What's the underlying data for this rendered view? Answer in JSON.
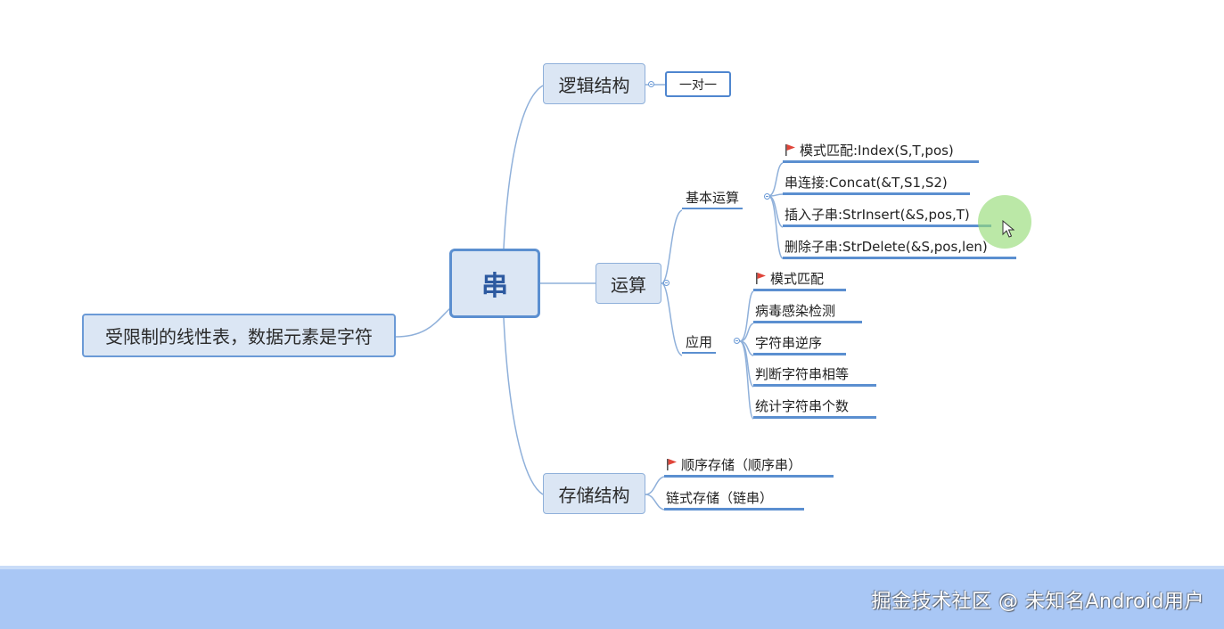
{
  "root": "串",
  "description": "受限制的线性表，数据元素是字符",
  "logic": {
    "label": "逻辑结构",
    "value": "一对一"
  },
  "ops": {
    "label": "运算",
    "basic": {
      "label": "基本运算",
      "items": [
        {
          "text": "模式匹配:Index(S,T,pos)",
          "flag": true
        },
        {
          "text": "串连接:Concat(&T,S1,S2)",
          "flag": false
        },
        {
          "text": "插入子串:StrInsert(&S,pos,T)",
          "flag": false
        },
        {
          "text": "删除子串:StrDelete(&S,pos,len)",
          "flag": false
        }
      ]
    },
    "apply": {
      "label": "应用",
      "items": [
        {
          "text": "模式匹配",
          "flag": true
        },
        {
          "text": "病毒感染检测",
          "flag": false
        },
        {
          "text": "字符串逆序",
          "flag": false
        },
        {
          "text": "判断字符串相等",
          "flag": false
        },
        {
          "text": "统计字符串个数",
          "flag": false
        }
      ]
    }
  },
  "storage": {
    "label": "存储结构",
    "items": [
      {
        "text": "顺序存储（顺序串）",
        "flag": true
      },
      {
        "text": "链式存储（链串）",
        "flag": false
      }
    ]
  },
  "watermark": "掘金技术社区 @ 未知名Android用户",
  "colors": {
    "line": "#8fb0da",
    "accent": "#5b8fd0",
    "flag": "#e0453a",
    "footer": "#a9c7f5"
  },
  "icons": {
    "flag": "red-flag-icon",
    "collapse": "collapse-toggle-icon",
    "cursor": "mouse-cursor-icon"
  }
}
